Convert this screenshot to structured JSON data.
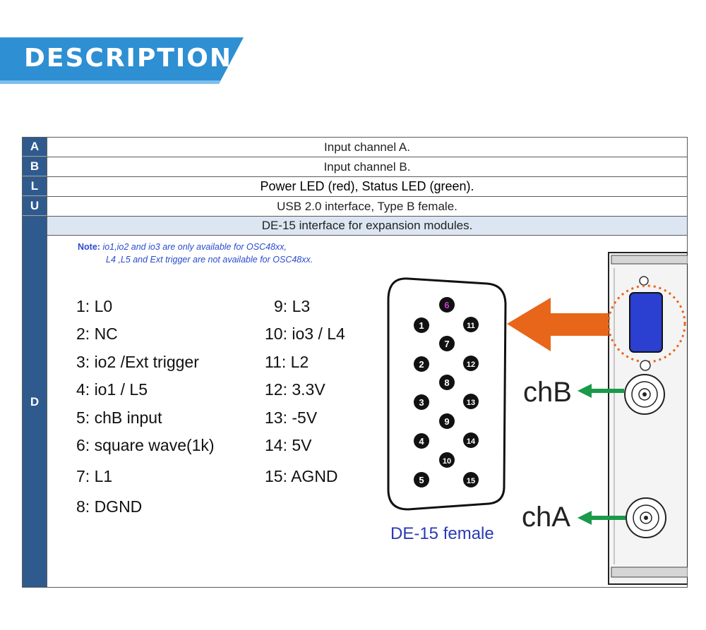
{
  "banner": {
    "title": "DESCRIPTION"
  },
  "table": {
    "rows": [
      {
        "key": "A",
        "text": "Input channel A."
      },
      {
        "key": "B",
        "text": "Input channel B."
      },
      {
        "key": "L",
        "text": "Power LED (red), Status LED (green)."
      },
      {
        "key": "U",
        "text": "USB 2.0 interface, Type B female."
      }
    ],
    "d_key": "D",
    "d_header": "DE-15 interface for expansion modules."
  },
  "note": {
    "label": "Note",
    "line1": "io1,io2 and io3 are only available for OSC48xx,",
    "line2": "L4 ,L5 and Ext trigger are not available for OSC48xx."
  },
  "pins_left": [
    "1: L0",
    "2: NC",
    "3: io2  /Ext trigger",
    "4: io1 / L5",
    "5: chB input",
    "6: square wave(1k)",
    "7: L1",
    "8: DGND"
  ],
  "pins_right": [
    "9: L3",
    "10: io3 / L4",
    "11: L2",
    "12: 3.3V",
    "13: -5V",
    "14: 5V",
    "15: AGND"
  ],
  "connector": {
    "caption": "DE-15 female",
    "pin_numbers": [
      "1",
      "2",
      "3",
      "4",
      "5",
      "6",
      "7",
      "8",
      "9",
      "10",
      "11",
      "12",
      "13",
      "14",
      "15"
    ]
  },
  "channels": {
    "chB": "chB",
    "chA": "chA"
  },
  "colors": {
    "banner": "#2e8fd3",
    "label_column": "#2f5a8e",
    "header_fill": "#dce6f2",
    "arrow": "#e8661a",
    "pointer": "#1a9a4a",
    "vga_port": "#2b3fd0",
    "note": "#2a4bd0"
  }
}
